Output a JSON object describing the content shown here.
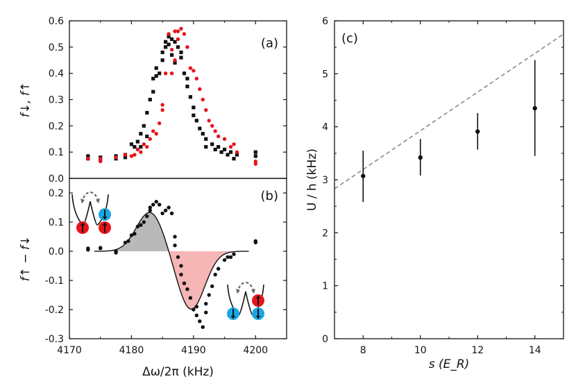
{
  "colors": {
    "black": "#111111",
    "red": "#e8141b",
    "blue": "#19a6e3",
    "gray_fill": "#b9b9b9",
    "pink_fill": "#f6b6b6",
    "dashed": "#8a8a8a"
  },
  "chart_data": [
    {
      "panel": "(a)",
      "type": "scatter",
      "xlim": [
        4170,
        4205
      ],
      "ylim": [
        0.0,
        0.6
      ],
      "yticks": [
        "0.0",
        "0.1",
        "0.2",
        "0.3",
        "0.4",
        "0.5",
        "0.6"
      ],
      "ylabel": "f↓, f↑",
      "series": [
        {
          "color": "black",
          "marker": "square",
          "points": [
            [
              4173,
              0.085
            ],
            [
              4173,
              0.075
            ],
            [
              4175,
              0.08
            ],
            [
              4175,
              0.07
            ],
            [
              4177.5,
              0.075
            ],
            [
              4177.5,
              0.085
            ],
            [
              4179,
              0.09
            ],
            [
              4179,
              0.08
            ],
            [
              4180,
              0.13
            ],
            [
              4180.5,
              0.12
            ],
            [
              4181,
              0.14
            ],
            [
              4181.5,
              0.17
            ],
            [
              4181.5,
              0.12
            ],
            [
              4182,
              0.2
            ],
            [
              4182.5,
              0.25
            ],
            [
              4182.5,
              0.16
            ],
            [
              4183,
              0.3
            ],
            [
              4183.5,
              0.33
            ],
            [
              4183.5,
              0.38
            ],
            [
              4184,
              0.39
            ],
            [
              4184,
              0.42
            ],
            [
              4184.5,
              0.4
            ],
            [
              4185,
              0.45
            ],
            [
              4185,
              0.48
            ],
            [
              4185.5,
              0.5
            ],
            [
              4185.5,
              0.52
            ],
            [
              4186,
              0.54
            ],
            [
              4186,
              0.51
            ],
            [
              4186.5,
              0.53
            ],
            [
              4186.5,
              0.47
            ],
            [
              4187,
              0.52
            ],
            [
              4187,
              0.44
            ],
            [
              4187.5,
              0.5
            ],
            [
              4188,
              0.48
            ],
            [
              4188,
              0.46
            ],
            [
              4188.5,
              0.4
            ],
            [
              4189,
              0.38
            ],
            [
              4189,
              0.35
            ],
            [
              4189.5,
              0.31
            ],
            [
              4190,
              0.27
            ],
            [
              4190,
              0.24
            ],
            [
              4190.5,
              0.22
            ],
            [
              4191,
              0.19
            ],
            [
              4191.5,
              0.17
            ],
            [
              4192,
              0.15
            ],
            [
              4192,
              0.12
            ],
            [
              4193,
              0.13
            ],
            [
              4193.5,
              0.11
            ],
            [
              4194,
              0.12
            ],
            [
              4194.5,
              0.1
            ],
            [
              4195,
              0.11
            ],
            [
              4195.5,
              0.09
            ],
            [
              4196,
              0.1
            ],
            [
              4196.5,
              0.075
            ],
            [
              4197,
              0.09
            ],
            [
              4200,
              0.1
            ],
            [
              4200,
              0.085
            ]
          ]
        },
        {
          "color": "red",
          "marker": "circle",
          "points": [
            [
              4173,
              0.075
            ],
            [
              4175,
              0.065
            ],
            [
              4175,
              0.075
            ],
            [
              4177.5,
              0.08
            ],
            [
              4179,
              0.09
            ],
            [
              4180,
              0.085
            ],
            [
              4180.5,
              0.09
            ],
            [
              4181,
              0.11
            ],
            [
              4181.5,
              0.1
            ],
            [
              4182,
              0.13
            ],
            [
              4182.5,
              0.12
            ],
            [
              4183,
              0.15
            ],
            [
              4183.5,
              0.18
            ],
            [
              4184,
              0.17
            ],
            [
              4184.5,
              0.21
            ],
            [
              4185,
              0.26
            ],
            [
              4185,
              0.28
            ],
            [
              4185.5,
              0.4
            ],
            [
              4186,
              0.55
            ],
            [
              4186.5,
              0.49
            ],
            [
              4186.5,
              0.4
            ],
            [
              4187,
              0.56
            ],
            [
              4187,
              0.45
            ],
            [
              4187.5,
              0.56
            ],
            [
              4187.5,
              0.53
            ],
            [
              4188,
              0.57
            ],
            [
              4188.5,
              0.55
            ],
            [
              4189,
              0.5
            ],
            [
              4189.5,
              0.42
            ],
            [
              4190,
              0.41
            ],
            [
              4190.5,
              0.38
            ],
            [
              4191,
              0.34
            ],
            [
              4191.5,
              0.3
            ],
            [
              4192,
              0.26
            ],
            [
              4192.5,
              0.22
            ],
            [
              4193,
              0.2
            ],
            [
              4193.5,
              0.18
            ],
            [
              4194,
              0.16
            ],
            [
              4195,
              0.15
            ],
            [
              4196,
              0.12
            ],
            [
              4196.5,
              0.13
            ],
            [
              4197,
              0.1
            ],
            [
              4200,
              0.065
            ],
            [
              4200,
              0.055
            ]
          ]
        }
      ]
    },
    {
      "panel": "(b)",
      "type": "scatter",
      "xlim": [
        4170,
        4205
      ],
      "ylim": [
        -0.3,
        0.25
      ],
      "xticks": [
        "4170",
        "4180",
        "4190",
        "4200"
      ],
      "yticks": [
        "-0.3",
        "-0.2",
        "-0.1",
        "0.0",
        "0.1",
        "0.2"
      ],
      "xlabel": "Δω/2π (kHz)",
      "ylabel": "f↑ − f↓",
      "fit": {
        "A": 0.135,
        "c1": 4183.0,
        "s1": 2.2,
        "B": 0.2,
        "c2": 4189.6,
        "s2": 2.2
      },
      "points": [
        [
          4173,
          0.005
        ],
        [
          4173,
          0.01
        ],
        [
          4175,
          0.01
        ],
        [
          4175,
          0.012
        ],
        [
          4177.5,
          0.0
        ],
        [
          4177.5,
          -0.005
        ],
        [
          4179,
          0.03
        ],
        [
          4179.5,
          0.035
        ],
        [
          4180,
          0.055
        ],
        [
          4180.5,
          0.06
        ],
        [
          4181,
          0.085
        ],
        [
          4181.5,
          0.09
        ],
        [
          4182,
          0.1
        ],
        [
          4182.5,
          0.12
        ],
        [
          4183,
          0.14
        ],
        [
          4183,
          0.15
        ],
        [
          4183.5,
          0.16
        ],
        [
          4184,
          0.17
        ],
        [
          4184.5,
          0.16
        ],
        [
          4185,
          0.13
        ],
        [
          4185.5,
          0.14
        ],
        [
          4186,
          0.15
        ],
        [
          4186.5,
          0.13
        ],
        [
          4187,
          0.05
        ],
        [
          4187,
          0.02
        ],
        [
          4187.5,
          -0.02
        ],
        [
          4188,
          -0.05
        ],
        [
          4188,
          -0.08
        ],
        [
          4188.5,
          -0.11
        ],
        [
          4189,
          -0.13
        ],
        [
          4189.5,
          -0.16
        ],
        [
          4190,
          -0.2
        ],
        [
          4190.5,
          -0.19
        ],
        [
          4190.5,
          -0.22
        ],
        [
          4191,
          -0.24
        ],
        [
          4191.5,
          -0.26
        ],
        [
          4192,
          -0.21
        ],
        [
          4192,
          -0.18
        ],
        [
          4192.5,
          -0.15
        ],
        [
          4193,
          -0.12
        ],
        [
          4193.5,
          -0.08
        ],
        [
          4194,
          -0.06
        ],
        [
          4195,
          -0.03
        ],
        [
          4195.5,
          -0.02
        ],
        [
          4196,
          -0.02
        ],
        [
          4196.5,
          -0.01
        ],
        [
          4200,
          0.035
        ],
        [
          4200,
          0.03
        ]
      ]
    },
    {
      "panel": "(c)",
      "type": "scatter",
      "xlim": [
        7,
        15
      ],
      "ylim": [
        0,
        6
      ],
      "xticks": [
        "8",
        "10",
        "12",
        "14"
      ],
      "yticks": [
        "0",
        "1",
        "2",
        "3",
        "4",
        "5",
        "6"
      ],
      "xlabel": "s (E_R)",
      "ylabel": "U / h (kHz)",
      "points": [
        {
          "x": 8,
          "y": 3.07,
          "err_low": 2.58,
          "err_high": 3.55
        },
        {
          "x": 10,
          "y": 3.42,
          "err_low": 3.08,
          "err_high": 3.77
        },
        {
          "x": 12,
          "y": 3.91,
          "err_low": 3.57,
          "err_high": 4.26
        },
        {
          "x": 14,
          "y": 4.35,
          "err_low": 3.45,
          "err_high": 5.26
        }
      ],
      "dashed_line": [
        [
          7,
          2.83
        ],
        [
          15,
          5.75
        ]
      ]
    }
  ]
}
